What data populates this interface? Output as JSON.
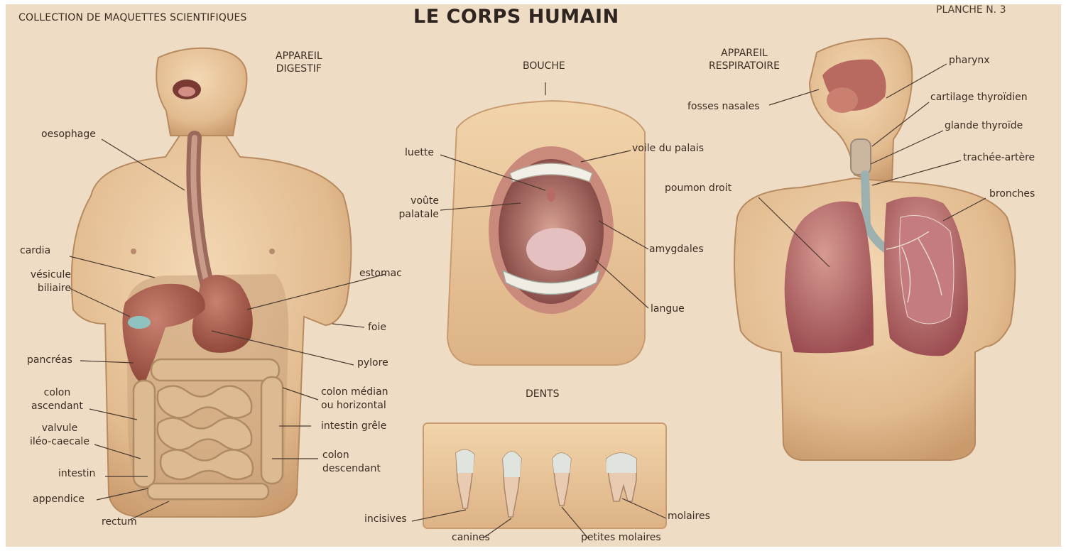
{
  "header": {
    "collection": "COLLECTION DE MAQUETTES SCIENTIFIQUES",
    "title": "LE CORPS HUMAIN",
    "plate": "PLANCHE N. 3"
  },
  "sections": {
    "digestive": "APPAREIL\nDIGESTIF",
    "mouth": "BOUCHE",
    "respiratory": "APPAREIL\nRESPIRATOIRE",
    "teeth": "DENTS"
  },
  "digestive_labels": {
    "oesophage": "oesophage",
    "cardia": "cardia",
    "vesicule": "vésicule\nbiliaire",
    "estomac": "estomac",
    "foie": "foie",
    "pancreas": "pancréas",
    "pylore": "pylore",
    "colon_ascendant": "colon\nascendant",
    "colon_median": "colon médian\nou horizontal",
    "valvule": "valvule\niléo-caecale",
    "intestin_grele": "intestin grêle",
    "colon_descendant": "colon\ndescendant",
    "intestin": "intestin",
    "appendice": "appendice",
    "rectum": "rectum"
  },
  "mouth_labels": {
    "luette": "luette",
    "voile": "voile du palais",
    "voute": "voûte\npalatale",
    "amygdales": "amygdales",
    "langue": "langue"
  },
  "respiratory_labels": {
    "pharynx": "pharynx",
    "fosses": "fosses nasales",
    "cartilage": "cartilage thyroïdien",
    "glande": "glande thyroïde",
    "trachee": "trachée-artère",
    "poumon": "poumon droit",
    "bronches": "bronches"
  },
  "teeth_labels": {
    "incisives": "incisives",
    "canines": "canines",
    "petites_molaires": "petites molaires",
    "molaires": "molaires"
  },
  "colors": {
    "board": "#efdcc4",
    "skin": "#e6c49b",
    "organ": "#a8584a",
    "intestine": "#d9b78e",
    "lung": "#b0606a",
    "leader": "#4a3a30"
  }
}
